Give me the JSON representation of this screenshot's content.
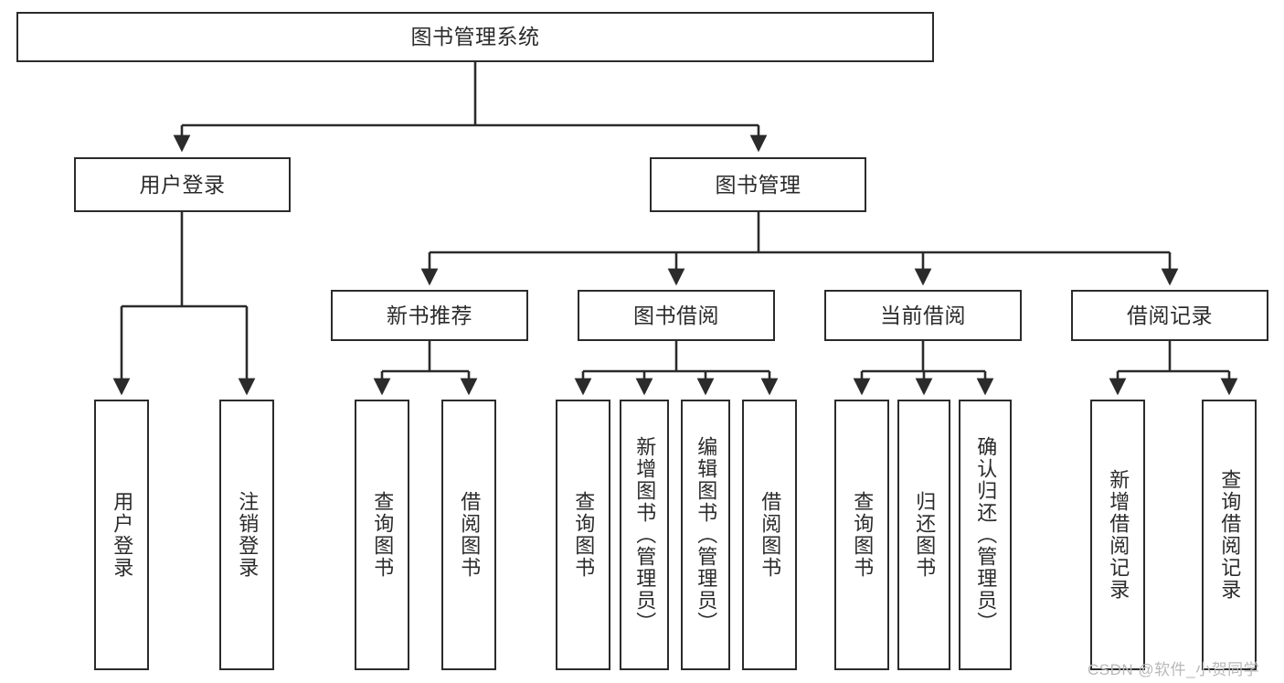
{
  "diagram": {
    "title": "图书管理系统",
    "type": "tree-hierarchy-chart",
    "orientation": "top-down",
    "colors": {
      "stroke": "#2b2b2b",
      "fill": "#ffffff",
      "text": "#2b2b2b",
      "watermark": "#b8b8b8"
    },
    "levels": {
      "root": "图书管理系统",
      "level2": [
        "用户登录",
        "图书管理"
      ],
      "level3": [
        "新书推荐",
        "图书借阅",
        "当前借阅",
        "借阅记录"
      ]
    },
    "nodes": {
      "root": {
        "label": "图书管理系统"
      },
      "user_login": {
        "label": "用户登录"
      },
      "book_manage": {
        "label": "图书管理"
      },
      "new_book_rec": {
        "label": "新书推荐"
      },
      "book_borrow": {
        "label": "图书借阅"
      },
      "current_borrow": {
        "label": "当前借阅"
      },
      "borrow_record": {
        "label": "借阅记录"
      },
      "leaf_user_login": {
        "label": "用户登录"
      },
      "leaf_logout": {
        "label": "注销登录"
      },
      "leaf_query_book_1": {
        "label": "查询图书"
      },
      "leaf_borrow_book_1": {
        "label": "借阅图书"
      },
      "leaf_query_book_2": {
        "label": "查询图书"
      },
      "leaf_add_book": {
        "label": "新增图书（管理员）"
      },
      "leaf_edit_book": {
        "label": "编辑图书（管理员）"
      },
      "leaf_borrow_book_2": {
        "label": "借阅图书"
      },
      "leaf_query_book_3": {
        "label": "查询图书"
      },
      "leaf_return_book": {
        "label": "归还图书"
      },
      "leaf_confirm_return": {
        "label": "确认归还（管理员）"
      },
      "leaf_add_record": {
        "label": "新增借阅记录"
      },
      "leaf_query_record": {
        "label": "查询借阅记录"
      }
    },
    "edges": [
      {
        "from": "root",
        "to": "user_login"
      },
      {
        "from": "root",
        "to": "book_manage"
      },
      {
        "from": "user_login",
        "to": "leaf_user_login"
      },
      {
        "from": "user_login",
        "to": "leaf_logout"
      },
      {
        "from": "book_manage",
        "to": "new_book_rec"
      },
      {
        "from": "book_manage",
        "to": "book_borrow"
      },
      {
        "from": "book_manage",
        "to": "current_borrow"
      },
      {
        "from": "book_manage",
        "to": "borrow_record"
      },
      {
        "from": "new_book_rec",
        "to": "leaf_query_book_1"
      },
      {
        "from": "new_book_rec",
        "to": "leaf_borrow_book_1"
      },
      {
        "from": "book_borrow",
        "to": "leaf_query_book_2"
      },
      {
        "from": "book_borrow",
        "to": "leaf_add_book"
      },
      {
        "from": "book_borrow",
        "to": "leaf_edit_book"
      },
      {
        "from": "book_borrow",
        "to": "leaf_borrow_book_2"
      },
      {
        "from": "current_borrow",
        "to": "leaf_query_book_3"
      },
      {
        "from": "current_borrow",
        "to": "leaf_return_book"
      },
      {
        "from": "current_borrow",
        "to": "leaf_confirm_return"
      },
      {
        "from": "borrow_record",
        "to": "leaf_add_record"
      },
      {
        "from": "borrow_record",
        "to": "leaf_query_record"
      }
    ]
  },
  "watermark": {
    "text": "CSDN @软件_小贺同学"
  }
}
